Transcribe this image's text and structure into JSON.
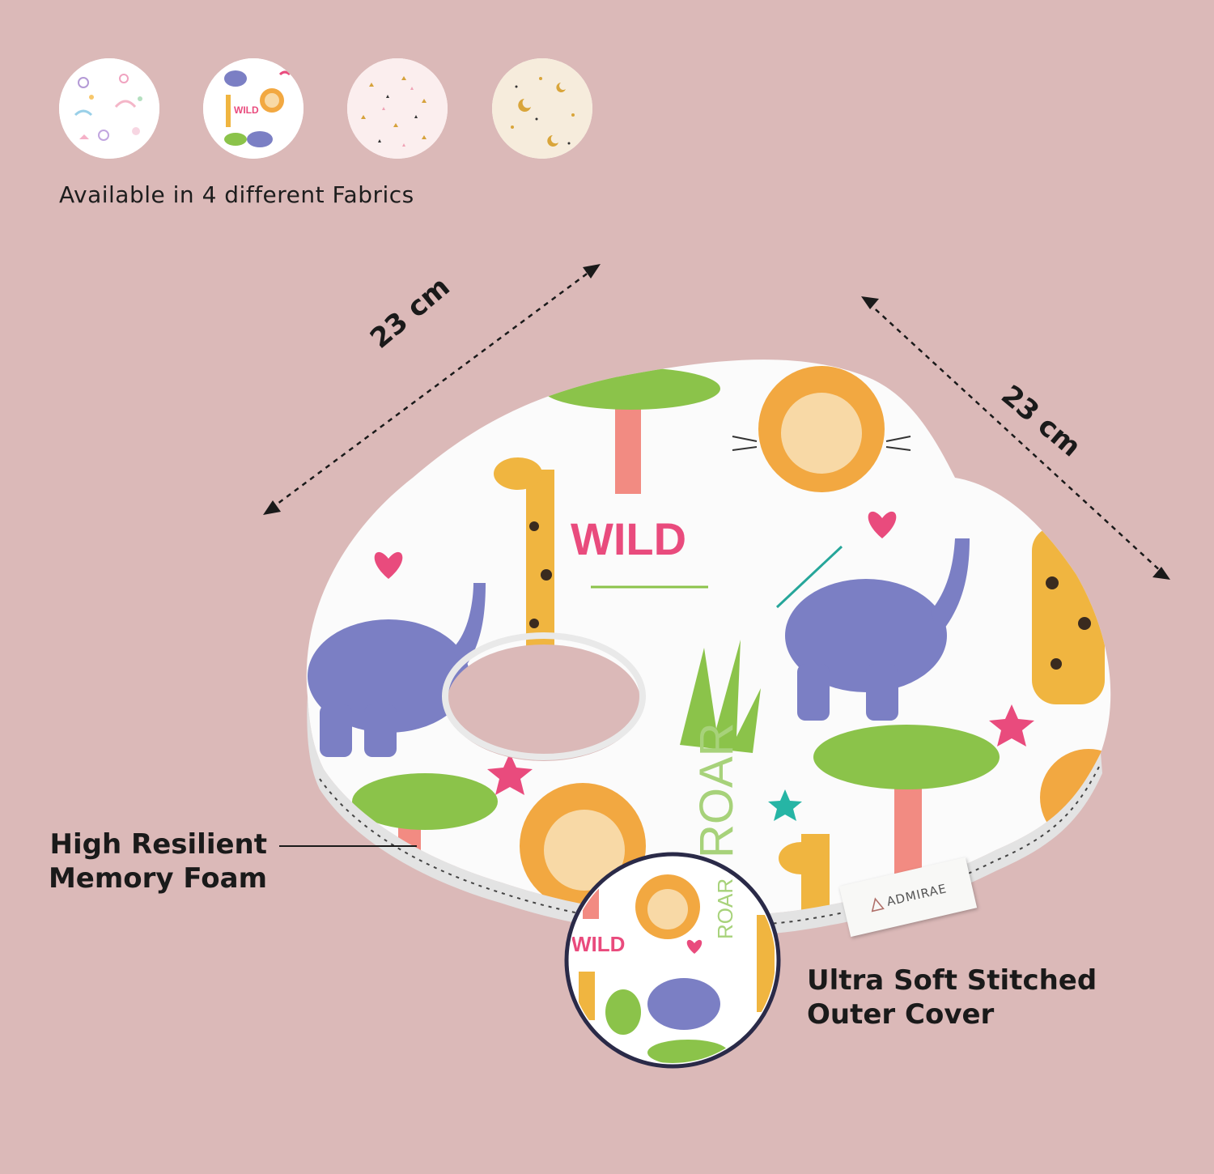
{
  "fabrics": {
    "caption": "Available in 4 different Fabrics",
    "swatches": [
      {
        "name": "unicorn",
        "base": "#ffffff"
      },
      {
        "name": "wild-safari",
        "base": "#ffffff"
      },
      {
        "name": "pink-confetti",
        "base": "#fbeeee"
      },
      {
        "name": "moon-stars",
        "base": "#f6ecdc"
      }
    ]
  },
  "dimensions": {
    "length": "23 cm",
    "width": "23 cm"
  },
  "callouts": {
    "foam_line1": "High Resilient",
    "foam_line2": "Memory Foam",
    "cover_line1": "Ultra Soft Stitched",
    "cover_line2": "Outer Cover"
  },
  "product": {
    "print_word": "WILD",
    "print_roar": "ROAR",
    "brand": "ADMIRAE"
  },
  "colors": {
    "background": "#dbb9b8",
    "elephant": "#7b7fc4",
    "lion": "#f2a841",
    "tree": "#8bc34a",
    "pink": "#e94b7d",
    "giraffe": "#f0b540"
  }
}
